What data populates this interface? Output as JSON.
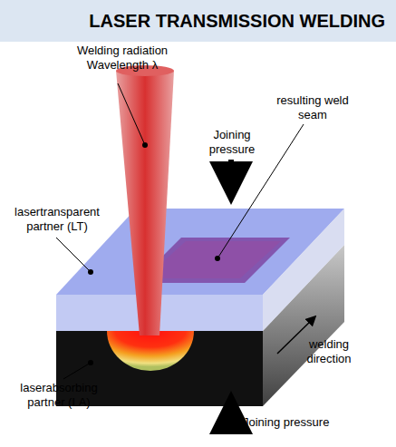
{
  "diagram": {
    "title": "LASER TRANSMISSION WELDING",
    "labels": [
      "Welding radiation Wavelength λ",
      "resulting weld seam",
      "Joining pressure",
      "lasertransparent partner (LT)",
      "welding direction",
      "laserabsorbing partner (LA)",
      "Joining pressure"
    ]
  }
}
